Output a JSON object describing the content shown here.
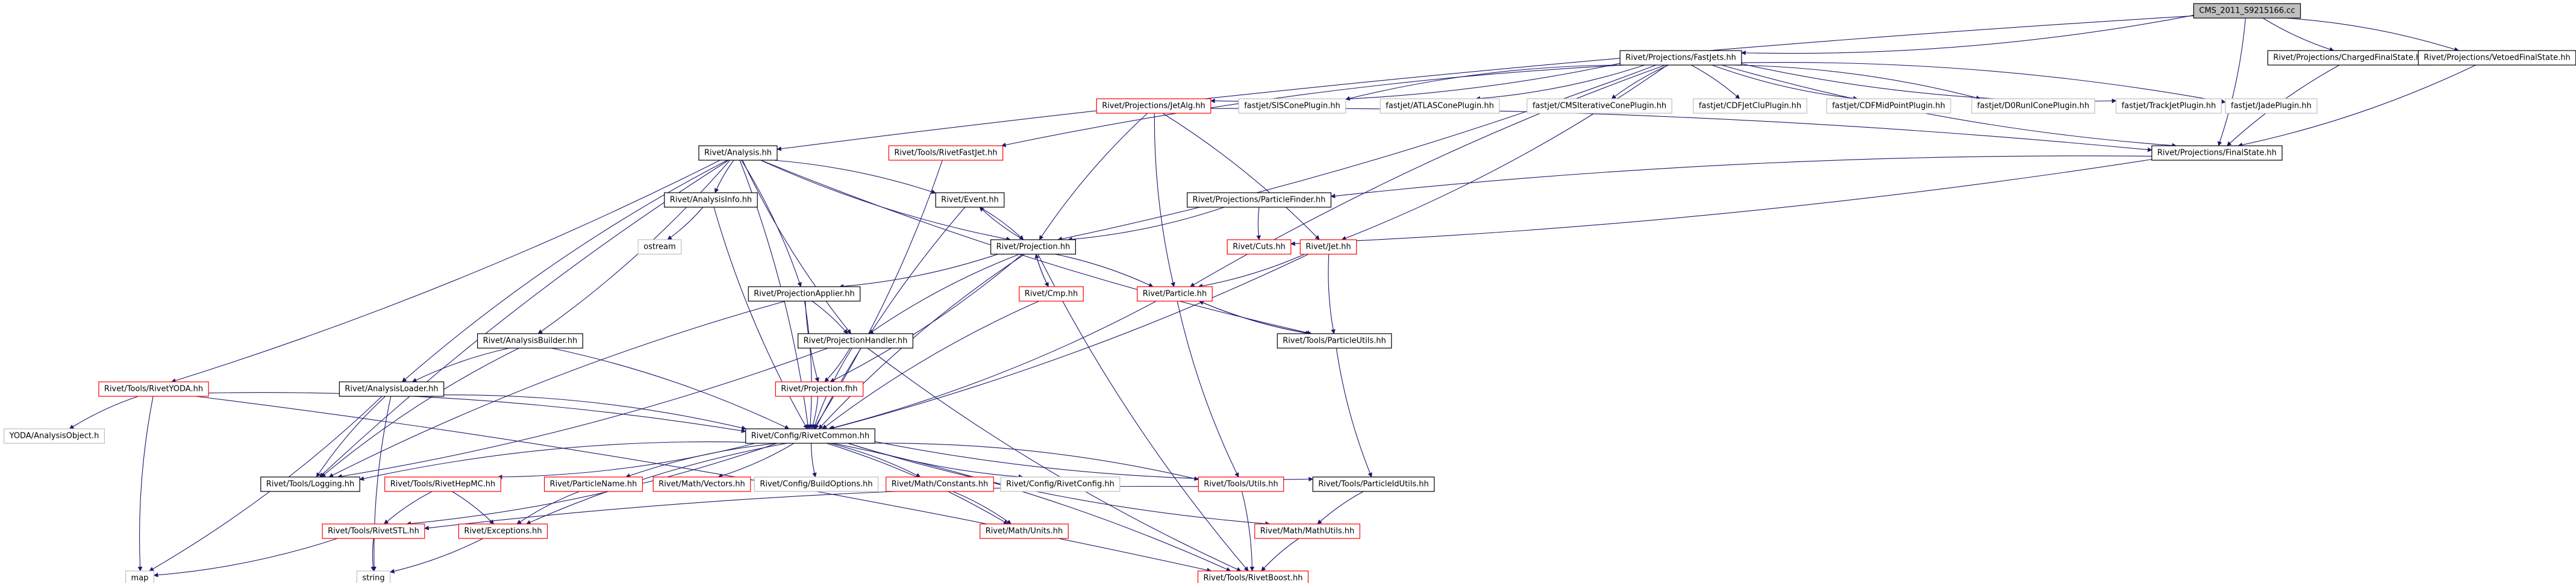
{
  "colors": {
    "edge": "#191970",
    "border_normal": "#000000",
    "border_incomplete": "#ff0000",
    "border_external": "#bfbfbf",
    "fill_root": "#bfbfbf",
    "fill": "#ffffff",
    "text": "#000000"
  },
  "nodes": [
    {
      "id": "root",
      "label": "CMS_2011_S9215166.cc",
      "kind": "root"
    },
    {
      "id": "fastjets",
      "label": "Rivet/Projections/FastJets.hh",
      "kind": "normal"
    },
    {
      "id": "chargedfs",
      "label": "Rivet/Projections/ChargedFinalState.hh",
      "kind": "normal"
    },
    {
      "id": "vetoedfs",
      "label": "Rivet/Projections/VetoedFinalState.hh",
      "kind": "normal"
    },
    {
      "id": "analysis",
      "label": "Rivet/Analysis.hh",
      "kind": "normal"
    },
    {
      "id": "rivetfastjet",
      "label": "Rivet/Tools/RivetFastJet.hh",
      "kind": "incomplete"
    },
    {
      "id": "jetalg",
      "label": "Rivet/Projections/JetAlg.hh",
      "kind": "incomplete"
    },
    {
      "id": "siscone",
      "label": "fastjet/SISConePlugin.hh",
      "kind": "external"
    },
    {
      "id": "atlascone",
      "label": "fastjet/ATLASConePlugin.hh",
      "kind": "external"
    },
    {
      "id": "cmscone",
      "label": "fastjet/CMSIterativeConePlugin.hh",
      "kind": "external"
    },
    {
      "id": "cdfclu",
      "label": "fastjet/CDFJetCluPlugin.hh",
      "kind": "external"
    },
    {
      "id": "cdfmid",
      "label": "fastjet/CDFMidPointPlugin.hh",
      "kind": "external"
    },
    {
      "id": "d0run",
      "label": "fastjet/D0RunIConePlugin.hh",
      "kind": "external"
    },
    {
      "id": "trackjet",
      "label": "fastjet/TrackJetPlugin.hh",
      "kind": "external"
    },
    {
      "id": "jade",
      "label": "fastjet/JadePlugin.hh",
      "kind": "external"
    },
    {
      "id": "finalstate",
      "label": "Rivet/Projections/FinalState.hh",
      "kind": "normal"
    },
    {
      "id": "analysisinfo",
      "label": "Rivet/AnalysisInfo.hh",
      "kind": "normal"
    },
    {
      "id": "event",
      "label": "Rivet/Event.hh",
      "kind": "normal"
    },
    {
      "id": "particlefinder",
      "label": "Rivet/Projections/ParticleFinder.hh",
      "kind": "normal"
    },
    {
      "id": "ostream",
      "label": "ostream",
      "kind": "external"
    },
    {
      "id": "projection",
      "label": "Rivet/Projection.hh",
      "kind": "normal"
    },
    {
      "id": "cuts",
      "label": "Rivet/Cuts.hh",
      "kind": "incomplete"
    },
    {
      "id": "jet",
      "label": "Rivet/Jet.hh",
      "kind": "incomplete"
    },
    {
      "id": "cmp",
      "label": "Rivet/Cmp.hh",
      "kind": "incomplete"
    },
    {
      "id": "projapplier",
      "label": "Rivet/ProjectionApplier.hh",
      "kind": "normal"
    },
    {
      "id": "particle",
      "label": "Rivet/Particle.hh",
      "kind": "incomplete"
    },
    {
      "id": "analysisbuilder",
      "label": "Rivet/AnalysisBuilder.hh",
      "kind": "normal"
    },
    {
      "id": "projhandler",
      "label": "Rivet/ProjectionHandler.hh",
      "kind": "normal"
    },
    {
      "id": "particleutils",
      "label": "Rivet/Tools/ParticleUtils.hh",
      "kind": "normal"
    },
    {
      "id": "rivetyoda",
      "label": "Rivet/Tools/RivetYODA.hh",
      "kind": "incomplete"
    },
    {
      "id": "analysisloader",
      "label": "Rivet/AnalysisLoader.hh",
      "kind": "normal"
    },
    {
      "id": "projectionfhh",
      "label": "Rivet/Projection.fhh",
      "kind": "incomplete"
    },
    {
      "id": "yodaao",
      "label": "YODA/AnalysisObject.h",
      "kind": "external"
    },
    {
      "id": "rivetcommon",
      "label": "Rivet/Config/RivetCommon.hh",
      "kind": "normal"
    },
    {
      "id": "logging",
      "label": "Rivet/Tools/Logging.hh",
      "kind": "normal"
    },
    {
      "id": "rivethepmc",
      "label": "Rivet/Tools/RivetHepMC.hh",
      "kind": "incomplete"
    },
    {
      "id": "particlename",
      "label": "Rivet/ParticleName.hh",
      "kind": "incomplete"
    },
    {
      "id": "mathvectors",
      "label": "Rivet/Math/Vectors.hh",
      "kind": "incomplete"
    },
    {
      "id": "buildoptions",
      "label": "Rivet/Config/BuildOptions.hh",
      "kind": "external"
    },
    {
      "id": "mathconstants",
      "label": "Rivet/Math/Constants.hh",
      "kind": "incomplete"
    },
    {
      "id": "rivetconfig",
      "label": "Rivet/Config/RivetConfig.hh",
      "kind": "external"
    },
    {
      "id": "toolsutils",
      "label": "Rivet/Tools/Utils.hh",
      "kind": "incomplete"
    },
    {
      "id": "particleidutils",
      "label": "Rivet/Tools/ParticleIdUtils.hh",
      "kind": "normal"
    },
    {
      "id": "rivetstl",
      "label": "Rivet/Tools/RivetSTL.hh",
      "kind": "incomplete"
    },
    {
      "id": "exceptions",
      "label": "Rivet/Exceptions.hh",
      "kind": "incomplete"
    },
    {
      "id": "mathunits",
      "label": "Rivet/Math/Units.hh",
      "kind": "incomplete"
    },
    {
      "id": "mathutils",
      "label": "Rivet/Math/MathUtils.hh",
      "kind": "incomplete"
    },
    {
      "id": "map",
      "label": "map",
      "kind": "external"
    },
    {
      "id": "string",
      "label": "string",
      "kind": "external"
    },
    {
      "id": "rivetboost",
      "label": "Rivet/Tools/RivetBoost.hh",
      "kind": "incomplete"
    }
  ],
  "edges": [
    [
      "root",
      "fastjets"
    ],
    [
      "root",
      "chargedfs"
    ],
    [
      "root",
      "vetoedfs"
    ],
    [
      "root",
      "analysis"
    ],
    [
      "root",
      "finalstate"
    ],
    [
      "fastjets",
      "rivetfastjet"
    ],
    [
      "fastjets",
      "jetalg"
    ],
    [
      "fastjets",
      "siscone"
    ],
    [
      "fastjets",
      "atlascone"
    ],
    [
      "fastjets",
      "cmscone"
    ],
    [
      "fastjets",
      "cdfclu"
    ],
    [
      "fastjets",
      "cdfmid"
    ],
    [
      "fastjets",
      "d0run"
    ],
    [
      "fastjets",
      "trackjet"
    ],
    [
      "fastjets",
      "jade"
    ],
    [
      "fastjets",
      "finalstate"
    ],
    [
      "fastjets",
      "projection"
    ],
    [
      "fastjets",
      "particle"
    ],
    [
      "fastjets",
      "jet"
    ],
    [
      "chargedfs",
      "finalstate"
    ],
    [
      "vetoedfs",
      "finalstate"
    ],
    [
      "jetalg",
      "projection"
    ],
    [
      "jetalg",
      "finalstate"
    ],
    [
      "jetalg",
      "particle"
    ],
    [
      "jetalg",
      "jet"
    ],
    [
      "finalstate",
      "particlefinder"
    ],
    [
      "finalstate",
      "cuts"
    ],
    [
      "analysis",
      "analysisinfo"
    ],
    [
      "analysis",
      "event"
    ],
    [
      "analysis",
      "projection"
    ],
    [
      "analysis",
      "projapplier"
    ],
    [
      "analysis",
      "projhandler"
    ],
    [
      "analysis",
      "analysisbuilder"
    ],
    [
      "analysis",
      "analysisloader"
    ],
    [
      "analysis",
      "rivetyoda"
    ],
    [
      "analysis",
      "logging"
    ],
    [
      "analysis",
      "rivetcommon"
    ],
    [
      "analysis",
      "particleutils"
    ],
    [
      "analysisinfo",
      "ostream"
    ],
    [
      "analysisinfo",
      "rivetcommon"
    ],
    [
      "event",
      "projection"
    ],
    [
      "event",
      "rivetcommon"
    ],
    [
      "particlefinder",
      "projection"
    ],
    [
      "particlefinder",
      "cuts"
    ],
    [
      "projection",
      "event"
    ],
    [
      "projection",
      "cmp"
    ],
    [
      "projection",
      "projapplier"
    ],
    [
      "projection",
      "projhandler"
    ],
    [
      "projection",
      "projectionfhh"
    ],
    [
      "projection",
      "rivetcommon"
    ],
    [
      "projection",
      "particle"
    ],
    [
      "projection",
      "rivetboost"
    ],
    [
      "cmp",
      "projection"
    ],
    [
      "cmp",
      "rivetcommon"
    ],
    [
      "jet",
      "particle"
    ],
    [
      "jet",
      "particleutils"
    ],
    [
      "jet",
      "rivetcommon"
    ],
    [
      "particle",
      "particleutils"
    ],
    [
      "particle",
      "rivetcommon"
    ],
    [
      "particle",
      "toolsutils"
    ],
    [
      "particleutils",
      "particle"
    ],
    [
      "particleutils",
      "particleidutils"
    ],
    [
      "projapplier",
      "projhandler"
    ],
    [
      "projapplier",
      "projectionfhh"
    ],
    [
      "projapplier",
      "rivetcommon"
    ],
    [
      "projapplier",
      "logging"
    ],
    [
      "projhandler",
      "projectionfhh"
    ],
    [
      "projhandler",
      "rivetcommon"
    ],
    [
      "projhandler",
      "logging"
    ],
    [
      "projhandler",
      "rivetboost"
    ],
    [
      "projectionfhh",
      "rivetcommon"
    ],
    [
      "analysisbuilder",
      "analysisloader"
    ],
    [
      "analysisbuilder",
      "rivetcommon"
    ],
    [
      "analysisbuilder",
      "logging"
    ],
    [
      "analysisloader",
      "rivetcommon"
    ],
    [
      "analysisloader",
      "logging"
    ],
    [
      "analysisloader",
      "map"
    ],
    [
      "analysisloader",
      "string"
    ],
    [
      "rivetfastjet",
      "rivetcommon"
    ],
    [
      "rivetyoda",
      "yodaao"
    ],
    [
      "rivetyoda",
      "rivetcommon"
    ],
    [
      "rivetyoda",
      "map"
    ],
    [
      "rivetyoda",
      "rivetboost"
    ],
    [
      "rivetcommon",
      "logging"
    ],
    [
      "rivetcommon",
      "rivethepmc"
    ],
    [
      "rivetcommon",
      "particlename"
    ],
    [
      "rivetcommon",
      "mathvectors"
    ],
    [
      "rivetcommon",
      "buildoptions"
    ],
    [
      "rivetcommon",
      "mathconstants"
    ],
    [
      "rivetcommon",
      "rivetconfig"
    ],
    [
      "rivetcommon",
      "toolsutils"
    ],
    [
      "rivetcommon",
      "particleidutils"
    ],
    [
      "rivetcommon",
      "rivetstl"
    ],
    [
      "rivetcommon",
      "exceptions"
    ],
    [
      "rivetcommon",
      "mathunits"
    ],
    [
      "rivetcommon",
      "mathutils"
    ],
    [
      "rivetcommon",
      "rivetboost"
    ],
    [
      "rivethepmc",
      "rivetstl"
    ],
    [
      "rivethepmc",
      "exceptions"
    ],
    [
      "particlename",
      "exceptions"
    ],
    [
      "mathconstants",
      "mathunits"
    ],
    [
      "toolsutils",
      "rivetstl"
    ],
    [
      "toolsutils",
      "rivetboost"
    ],
    [
      "particleidutils",
      "mathutils"
    ],
    [
      "rivetstl",
      "map"
    ],
    [
      "rivetstl",
      "string"
    ],
    [
      "exceptions",
      "string"
    ],
    [
      "mathutils",
      "rivetboost"
    ]
  ]
}
